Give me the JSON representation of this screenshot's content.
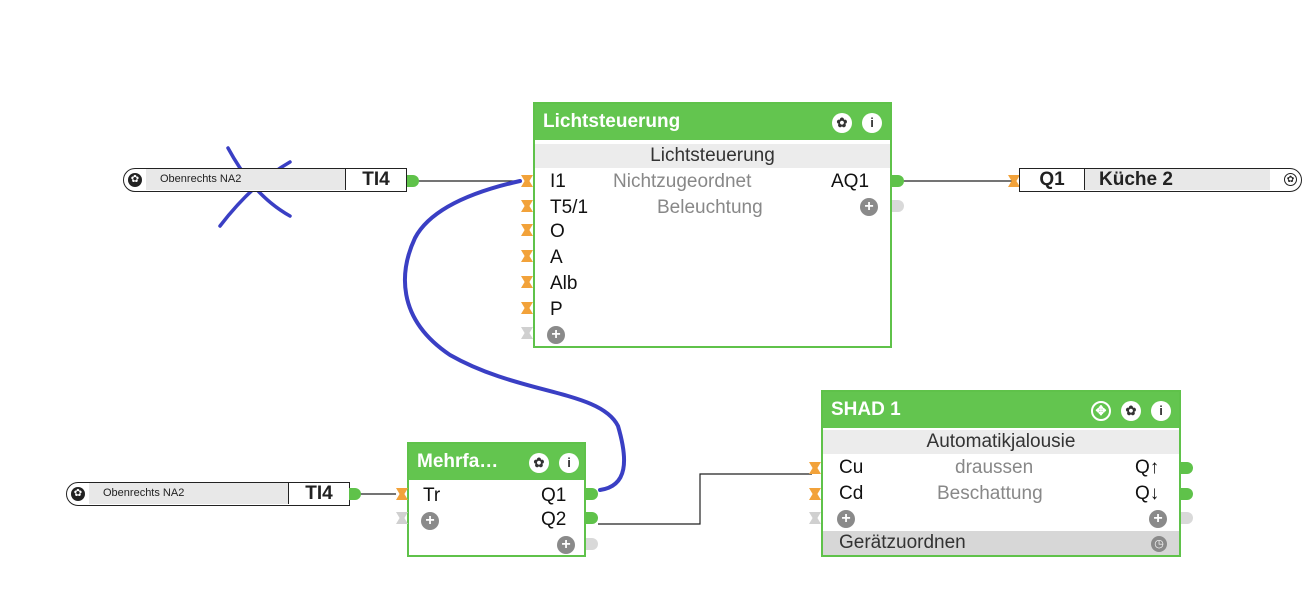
{
  "inputs": [
    {
      "name": "Obenrechts NA2",
      "value": "TI4"
    },
    {
      "name": "Obenrechts NA2",
      "value": "TI4"
    }
  ],
  "output": {
    "port": "Q1",
    "name": "Küche 2"
  },
  "licht": {
    "title": "Lichtsteuerung",
    "subtitle": "Lichtsteuerung",
    "inputs": [
      "I1",
      "T5/1",
      "O",
      "A",
      "Alb",
      "P"
    ],
    "row1_center": "Nichtzugeordnet",
    "row2_center": "Beleuchtung",
    "output": "AQ1"
  },
  "mehrfach": {
    "title": "Mehrfa…",
    "input": "Tr",
    "outputs": [
      "Q1",
      "Q2"
    ]
  },
  "shad": {
    "title": "SHAD 1",
    "subtitle": "Automatikjalousie",
    "inputs": [
      "Cu",
      "Cd"
    ],
    "centers": [
      "draussen",
      "Beschattung"
    ],
    "outputs": [
      "Q↑",
      "Q↓"
    ],
    "footer": "Gerätzuordnen"
  },
  "colors": {
    "block_green": "#63c54f",
    "annotation": "#3a3fc4",
    "port_orange": "#f2a23a"
  },
  "icons": [
    "gear-icon",
    "info-icon",
    "plus-icon",
    "move-icon"
  ]
}
